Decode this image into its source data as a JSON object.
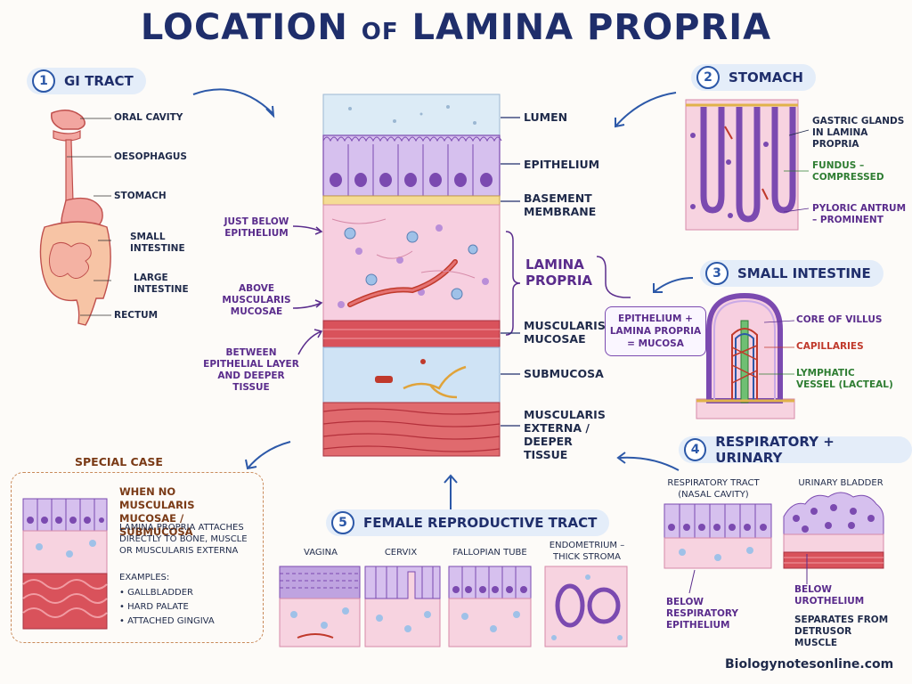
{
  "title_main_1": "LOCATION",
  "title_of": "OF",
  "title_main_2": "LAMINA PROPRIA",
  "sections": {
    "gi": {
      "number": "1",
      "title": "GI TRACT"
    },
    "stomach": {
      "number": "2",
      "title": "STOMACH"
    },
    "small_intestine": {
      "number": "3",
      "title": "SMALL INTESTINE"
    },
    "resp_urinary": {
      "number": "4",
      "title": "RESPIRATORY + URINARY"
    },
    "female": {
      "number": "5",
      "title": "FEMALE REPRODUCTIVE TRACT"
    }
  },
  "gi_labels": [
    "ORAL CAVITY",
    "OESOPHAGUS",
    "STOMACH",
    "SMALL INTESTINE",
    "LARGE INTESTINE",
    "RECTUM"
  ],
  "layers": {
    "lumen": "LUMEN",
    "epithelium": "EPITHELIUM",
    "basement": "BASEMENT MEMBRANE",
    "lamina": "LAMINA PROPRIA",
    "muscularis_mucosae": "MUSCULARIS MUCOSAE",
    "submucosa": "SUBMUCOSA",
    "muscularis_externa": "MUSCULARIS EXTERNA / DEEPER TISSUE"
  },
  "left_notes": {
    "below": "JUST BELOW EPITHELIUM",
    "above": "ABOVE MUSCULARIS MUCOSAE",
    "between": "BETWEEN EPITHELIAL LAYER AND DEEPER TISSUE"
  },
  "mucosa_box": "EPITHELIUM + LAMINA PROPRIA = MUCOSA",
  "stomach_labels": {
    "glands": "GASTRIC GLANDS IN LAMINA PROPRIA",
    "fundus": "FUNDUS – COMPRESSED",
    "pyloric": "PYLORIC ANTRUM – PROMINENT"
  },
  "intestine_labels": {
    "core": "CORE OF VILLUS",
    "capillaries": "CAPILLARIES",
    "lacteal": "LYMPHATIC VESSEL (LACTEAL)"
  },
  "special": {
    "heading": "SPECIAL CASE",
    "subheading": "WHEN NO MUSCULARIS MUCOSAE / SUBMUCOSA",
    "body": "LAMINA PROPRIA ATTACHES DIRECTLY TO BONE, MUSCLE OR MUSCULARIS EXTERNA",
    "examples_label": "EXAMPLES:",
    "examples": [
      "GALLBLADDER",
      "HARD PALATE",
      "ATTACHED GINGIVA"
    ]
  },
  "female_labels": [
    "VAGINA",
    "CERVIX",
    "FALLOPIAN TUBE",
    "ENDOMETRIUM – THICK STROMA"
  ],
  "resp": {
    "tract_title": "RESPIRATORY TRACT (NASAL CAVITY)",
    "bladder_title": "URINARY BLADDER",
    "below_resp": "BELOW RESPIRATORY EPITHELIUM",
    "below_uro": "BELOW UROTHELIUM",
    "separates": "SEPARATES FROM DETRUSOR MUSCLE"
  },
  "footer": "Biologynotesonline.com",
  "colors": {
    "navy": "#1f2e6b",
    "purple": "#5a2c8c",
    "lamina_pink": "#f7cfe0",
    "epithelium_violet": "#c9a9e6",
    "submucosa_blue": "#cfe3f5",
    "muscle_red": "#d9525b"
  }
}
